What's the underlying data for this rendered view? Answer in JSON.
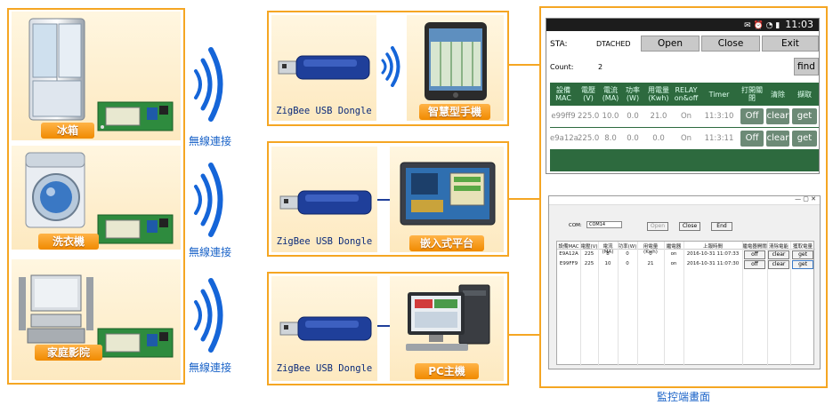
{
  "appliances": [
    {
      "label": "冰箱"
    },
    {
      "label": "洗衣機"
    },
    {
      "label": "家庭影院"
    }
  ],
  "wireless_label": "無線連接",
  "dongle_label": "ZigBee USB Dongle",
  "targets": [
    {
      "label": "智慧型手機"
    },
    {
      "label": "嵌入式平台"
    },
    {
      "label": "PC主機"
    }
  ],
  "monitor_caption": "監控端畫面",
  "phone": {
    "clock": "11:03",
    "sta_label": "STA:",
    "sta_value": "DTACHED",
    "open_btn": "Open",
    "close_btn": "Close",
    "exit_btn": "Exit",
    "count_label": "Count:",
    "count_value": "2",
    "find_btn": "find",
    "headers": [
      "設備MAC",
      "電壓(V)",
      "電流(MA)",
      "功率(W)",
      "用電量(Kwh)",
      "RELAY on&off",
      "Timer",
      "打開關閉",
      "清除",
      "擷取"
    ],
    "rows": [
      {
        "mac": "e99ff9",
        "v": "225.0",
        "i": "10.0",
        "p": "0.0",
        "kwh": "21.0",
        "relay": "On",
        "timer": "11:3:10",
        "btn1": "Off",
        "btn2": "clear",
        "btn3": "get"
      },
      {
        "mac": "e9a12a",
        "v": "225.0",
        "i": "8.0",
        "p": "0.0",
        "kwh": "0.0",
        "relay": "On",
        "timer": "11:3:11",
        "btn1": "Off",
        "btn2": "clear",
        "btn3": "get"
      }
    ]
  },
  "pc": {
    "com_label": "COM:",
    "com_value": "COM14",
    "open_btn": "Open",
    "close_btn": "Close",
    "end_btn": "End",
    "headers": [
      "設備MAC",
      "電壓(V)",
      "電流(MA)",
      "功率(W)",
      "用電量(Kwh)",
      "繼電器",
      "上報時間",
      "繼電器開關",
      "清除電能",
      "獲取電量"
    ],
    "rows": [
      {
        "mac": "E9A12A",
        "v": "225",
        "i": "8",
        "p": "0",
        "kwh": "0",
        "relay": "on",
        "time": "2016-10-31 11:07:33",
        "b1": "off",
        "b2": "clear",
        "b3": "get"
      },
      {
        "mac": "E99FF9",
        "v": "225",
        "i": "10",
        "p": "0",
        "kwh": "21",
        "relay": "on",
        "time": "2016-10-31 11:07:30",
        "b1": "off",
        "b2": "clear",
        "b3": "get"
      }
    ]
  }
}
